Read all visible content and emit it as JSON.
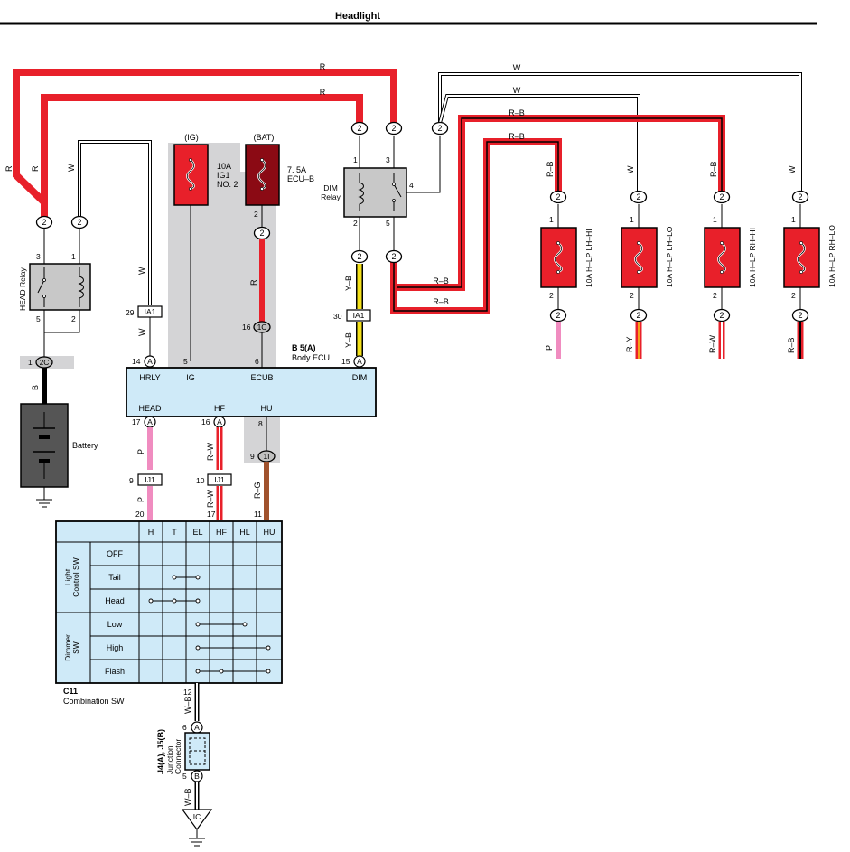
{
  "title": "Headlight",
  "colors": {
    "red": "#e8202a",
    "dark_red": "#8b0a14",
    "yellow": "#f4e11a",
    "pink": "#f08cc0",
    "brown": "#a0522d",
    "gray_panel": "#d4d4d6",
    "light_blue": "#cfeaf8",
    "relay_gray": "#c8c8c8",
    "battery_gray": "#555555"
  },
  "wire_labels": {
    "top_r1": "R",
    "top_r2": "R",
    "left_r1": "R",
    "left_r2": "R",
    "w_head": "W",
    "w_hrly": "W",
    "w_top1": "W",
    "w_top2": "W",
    "rb_top1": "R–B",
    "rb_top2": "R–B",
    "rb_mid1": "R–B",
    "rb_mid2": "R–B",
    "r_ecub": "R",
    "yb1": "Y–B",
    "yb2": "Y–B",
    "b_batt": "B",
    "p1": "P",
    "p2": "P",
    "rw1": "R–W",
    "rw2": "R–W",
    "rg": "R–G",
    "rb_lhhi": "R–B",
    "w_lhlo": "W",
    "rb_rhhi": "R–B",
    "w_rhlo": "W",
    "p_out": "P",
    "ry_out": "R–Y",
    "rw_out": "R–W",
    "rb_out": "R–B",
    "wb1": "W–B",
    "wb2": "W–B"
  },
  "connectors": {
    "c2": "2",
    "c2C": "2C",
    "c1C": "1C",
    "c1I": "1I",
    "cIA1": "IA1",
    "cIJ1": "IJ1",
    "cA": "A",
    "cB": "B",
    "cIC": "IC"
  },
  "pins": {
    "p1": "1",
    "p2": "2",
    "p3": "3",
    "p4": "4",
    "p5": "5",
    "p6": "6",
    "p8": "8",
    "p9": "9",
    "p10": "10",
    "p11": "11",
    "p12": "12",
    "p14": "14",
    "p15": "15",
    "p16": "16",
    "p17": "17",
    "p20": "20",
    "p29": "29",
    "p30": "30"
  },
  "fuses": {
    "ig_header": "(IG)",
    "bat_header": "(BAT)",
    "ig1_rating": "10A",
    "ig1_name1": "IG1",
    "ig1_name2": "NO. 2",
    "ecub_rating": "7. 5A",
    "ecub_name": "ECU–B",
    "lhhi": "10A H–LP LH–HI",
    "lhlo": "10A H–LP LH–LO",
    "rhhi": "10A H–LP RH–HI",
    "rhlo": "10A H–LP RH–LO"
  },
  "components": {
    "head_relay": "HEAD Relay",
    "dim_relay1": "DIM",
    "dim_relay2": "Relay",
    "battery": "Battery",
    "body_ecu_code": "B 5(A)",
    "body_ecu": "Body ECU",
    "combo_code": "C11",
    "combo": "Combination SW",
    "junction_code": "J4(A), J5(B)",
    "junction1": "Junction",
    "junction2": "Connector"
  },
  "ecu_terminals": {
    "hrly": "HRLY",
    "ig": "IG",
    "ecub": "ECUB",
    "dim": "DIM",
    "head": "HEAD",
    "hf": "HF",
    "hu": "HU"
  },
  "switch_table": {
    "columns": [
      "H",
      "T",
      "EL",
      "HF",
      "HL",
      "HU"
    ],
    "group1": "Light Control SW",
    "group1_rows": [
      "OFF",
      "Tail",
      "Head"
    ],
    "group2": "Dimmer SW",
    "group2_rows": [
      "Low",
      "High",
      "Flash"
    ]
  }
}
